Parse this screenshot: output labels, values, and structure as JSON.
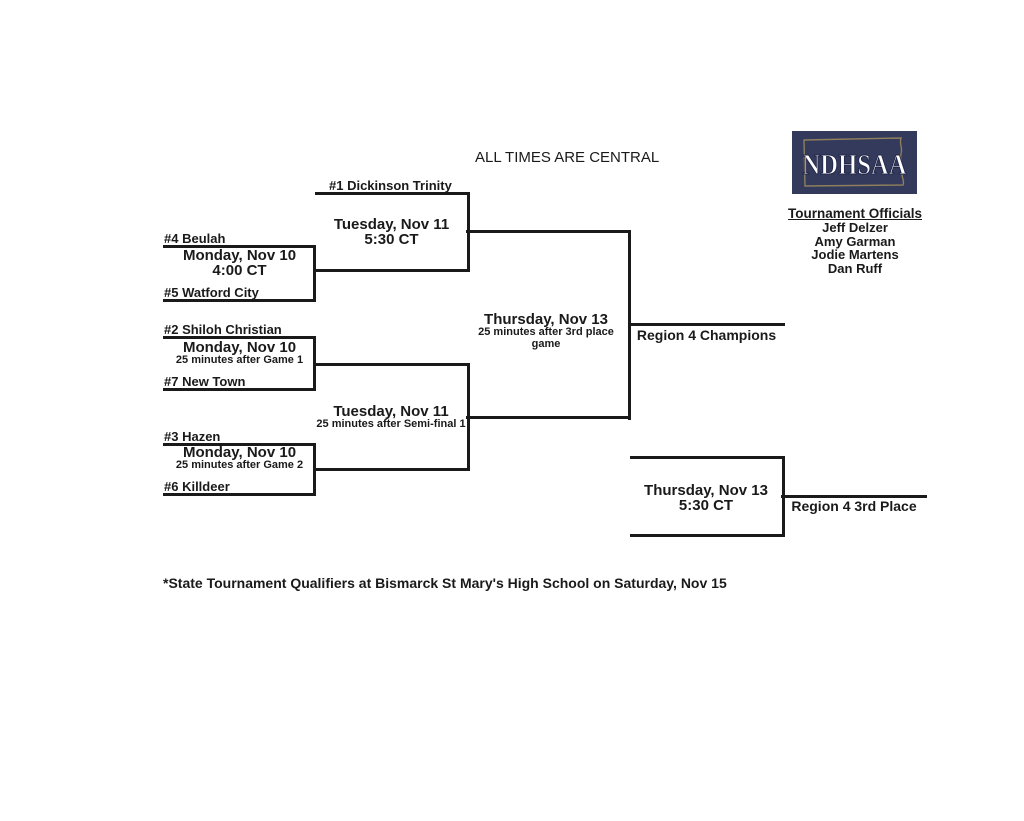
{
  "header": {
    "note": "ALL TIMES ARE CENTRAL",
    "logo_text": "NDHSAA"
  },
  "officials": {
    "title": "Tournament Officials",
    "names": [
      "Jeff Delzer",
      "Amy Garman",
      "Jodie Martens",
      "Dan Ruff"
    ]
  },
  "teams": {
    "seed1": "#1 Dickinson Trinity",
    "seed4": "#4 Beulah",
    "seed5": "#5 Watford City",
    "seed2": "#2 Shiloh Christian",
    "seed7": "#7 New Town",
    "seed3": "#3 Hazen",
    "seed6": "#6 Killdeer"
  },
  "games": {
    "game1": {
      "date": "Monday, Nov 10",
      "time": "4:00 CT"
    },
    "game2": {
      "date": "Monday, Nov 10",
      "time": "25 minutes after Game 1"
    },
    "game3": {
      "date": "Monday, Nov 10",
      "time": "25 minutes after Game 2"
    },
    "semifinal1": {
      "date": "Tuesday, Nov 11",
      "time": "5:30 CT"
    },
    "semifinal2": {
      "date": "Tuesday, Nov 11",
      "time": "25 minutes after Semi-final 1"
    },
    "championship": {
      "date": "Thursday, Nov 13",
      "time": "25 minutes after 3rd place game"
    },
    "third_place": {
      "date": "Thursday, Nov 13",
      "time": "5:30 CT"
    }
  },
  "results": {
    "champion_label": "Region 4 Champions",
    "third_place_label": "Region 4 3rd Place"
  },
  "footer": {
    "note": "*State Tournament Qualifiers at Bismarck St Mary's High School on Saturday, Nov 15"
  },
  "colors": {
    "line": "#1a1a1a",
    "logo_background": "#333a5c",
    "logo_state_outline": "#8f7f5c",
    "logo_text": "#ffffff"
  }
}
